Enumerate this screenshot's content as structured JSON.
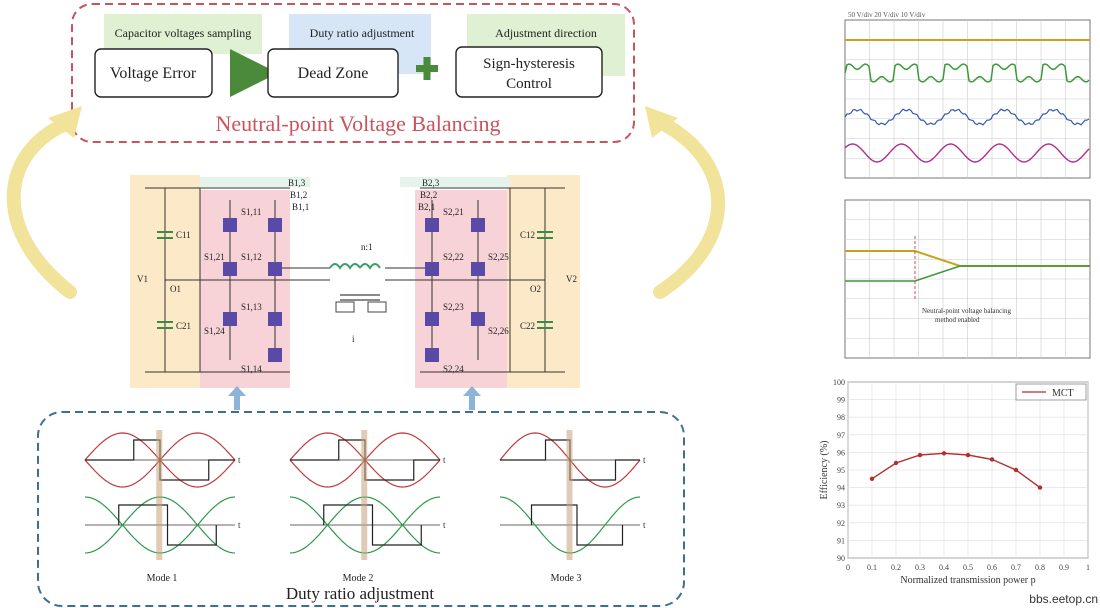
{
  "nvb": {
    "title": "Neutral-point Voltage Balancing",
    "stage1_tag": "Capacitor voltages sampling",
    "stage1_label": "Voltage Error",
    "stage2_tag": "Duty ratio adjustment",
    "stage2_label": "Dead Zone",
    "stage3_tag": "Adjustment direction",
    "stage3_label_line1": "Sign-hysteresis",
    "stage3_label_line2": "Control"
  },
  "circuit": {
    "left_cap_top": "C11",
    "left_cap_bottom": "C21",
    "left_vdc": "V1",
    "left_neutral": "O1",
    "right_cap_top": "C12",
    "right_cap_bottom": "C22",
    "right_vdc": "V2",
    "right_neutral": "O2",
    "transformer": "n:1",
    "transformer_current": "i",
    "left_leg_switches": [
      "S1,11",
      "S1,12",
      "S1,13",
      "S1,14"
    ],
    "left_clamp_switches": [
      "S1,21",
      "S1,24"
    ],
    "right_leg_switches": [
      "S2,21",
      "S2,22",
      "S2,23",
      "S2,24"
    ],
    "right_clamp_switches": [
      "S2,25",
      "S2,26"
    ],
    "left_bridge_tags": [
      "B1,3",
      "B1,2",
      "B1,1"
    ],
    "right_bridge_tags": [
      "B2,3",
      "B2,2",
      "B2,1"
    ]
  },
  "duty": {
    "title": "Duty ratio adjustment",
    "modes": [
      "Mode 1",
      "Mode 2",
      "Mode 3"
    ],
    "axis_t": "t"
  },
  "scope_top": {
    "header": "50 V/div  20 V/div  10 V/div"
  },
  "scope_mid": {
    "annotation_line1": "Neutral-point voltage balancing",
    "annotation_line2": "method enabled"
  },
  "chart_data": {
    "type": "line",
    "x": [
      0.1,
      0.2,
      0.3,
      0.4,
      0.5,
      0.6,
      0.7,
      0.8
    ],
    "series": [
      {
        "name": "MCT",
        "values": [
          94.5,
          95.4,
          95.85,
          95.95,
          95.85,
          95.6,
          95.0,
          94.0
        ]
      }
    ],
    "xlabel": "Normalized transmission power p",
    "ylabel": "Efficiency (%)",
    "xlim": [
      0,
      1
    ],
    "ylim": [
      90,
      100
    ],
    "xticks": [
      "0",
      "0.1",
      "0.2",
      "0.3",
      "0.4",
      "0.5",
      "0.6",
      "0.7",
      "0.8",
      "0.9",
      "1"
    ],
    "yticks": [
      "90",
      "91",
      "92",
      "93",
      "94",
      "95",
      "96",
      "97",
      "98",
      "99",
      "100"
    ],
    "grid": true,
    "legend": "top-right",
    "color": "#b03030"
  },
  "watermark": "bbs.eetop.cn"
}
